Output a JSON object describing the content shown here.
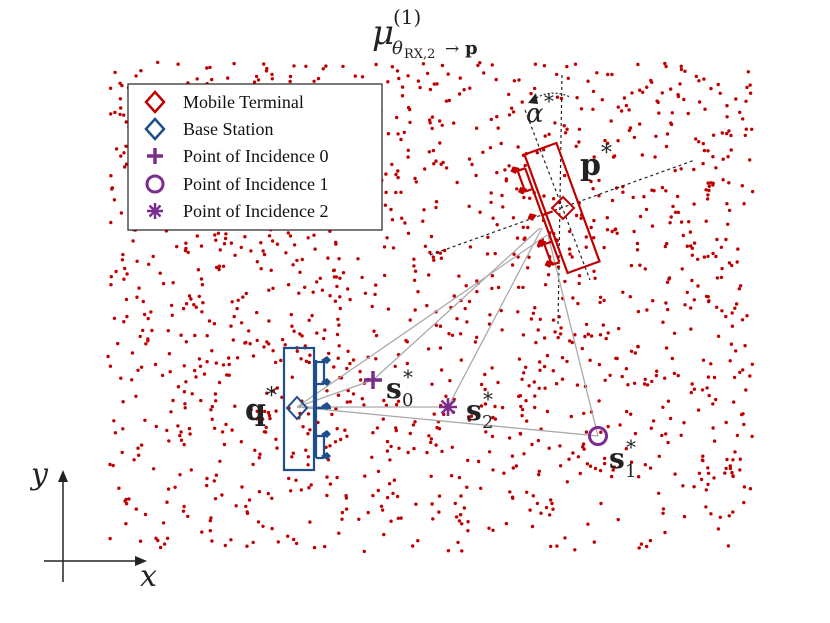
{
  "title": {
    "mu": "μ",
    "superscript": "(1)",
    "subscript_theta": "θ",
    "subscript_rx": "RX,2",
    "subscript_arrow": "→",
    "subscript_p": "p"
  },
  "legend": {
    "items": [
      {
        "label": "Mobile Terminal",
        "icon": "diamond-icon",
        "color": "#c00000"
      },
      {
        "label": "Base Station",
        "icon": "diamond-icon",
        "color": "#1f4e8c"
      },
      {
        "label": "Point of Incidence 0",
        "icon": "plus-icon",
        "color": "#7b2d8e"
      },
      {
        "label": "Point of Incidence 1",
        "icon": "circle-icon",
        "color": "#7b2d8e"
      },
      {
        "label": "Point of Incidence 2",
        "icon": "asterisk-icon",
        "color": "#7b2d8e"
      }
    ]
  },
  "labels": {
    "p_star": "p",
    "q_star": "q",
    "alpha_star": "α",
    "s0_star": "s",
    "s0_sub": "0",
    "s1_star": "s",
    "s1_sub": "1",
    "s2_star": "s",
    "s2_sub": "2",
    "star": "*",
    "axis_y": "y",
    "axis_x": "x"
  },
  "colors": {
    "scatter": "#c00000",
    "mobile_terminal": "#c00000",
    "base_station": "#1f4e8c",
    "incidence": "#7b2d8e",
    "rays": "#aaaaaa"
  }
}
